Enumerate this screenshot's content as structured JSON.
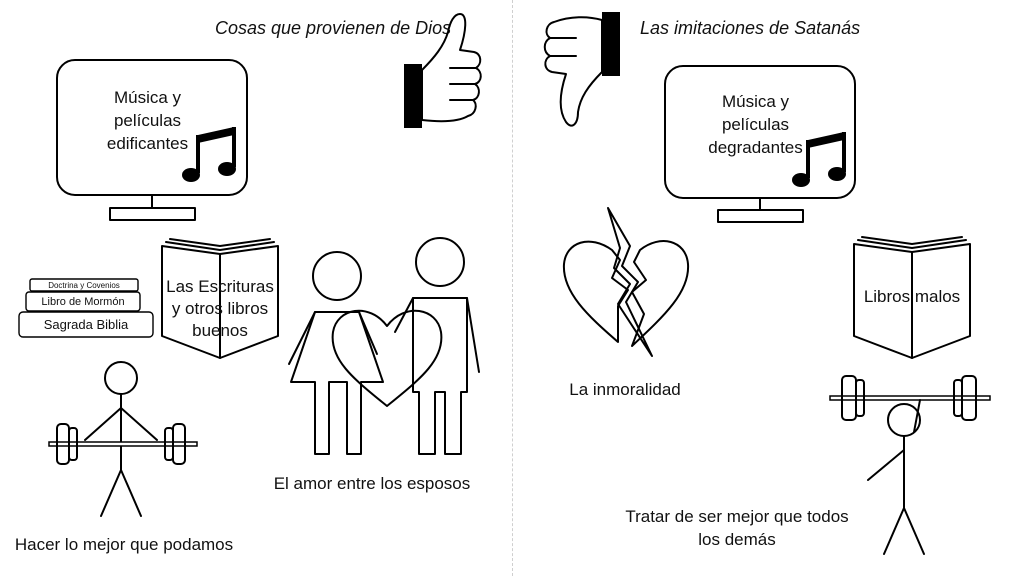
{
  "headings": {
    "left": "Cosas que provienen de Dios",
    "right": "Las imitaciones de Satanás"
  },
  "left": {
    "tv_text": [
      "Música y",
      "películas",
      "edificantes"
    ],
    "books_stack": [
      "Doctrina y Covenios",
      "Libro de Mormón",
      "Sagrada Biblia"
    ],
    "open_book_text": [
      "Las Escrituras",
      "y otros libros",
      "buenos"
    ],
    "love_caption": "El amor entre los esposos",
    "weightlifter_caption": "Hacer lo mejor que podamos"
  },
  "right": {
    "tv_text": [
      "Música y",
      "películas",
      "degradantes"
    ],
    "broken_heart_caption": "La inmoralidad",
    "bad_book_text": "Libros malos",
    "weightlifter_caption": [
      "Tratar de ser mejor que todos",
      "los demás"
    ]
  },
  "icons": {
    "thumbs_up": "thumbs-up-icon",
    "thumbs_down": "thumbs-down-icon",
    "music_note": "music-note-icon",
    "heart": "heart-icon",
    "broken_heart": "broken-heart-icon",
    "weightlifter": "weightlifter-icon",
    "book": "book-icon",
    "couple": "couple-icon"
  }
}
